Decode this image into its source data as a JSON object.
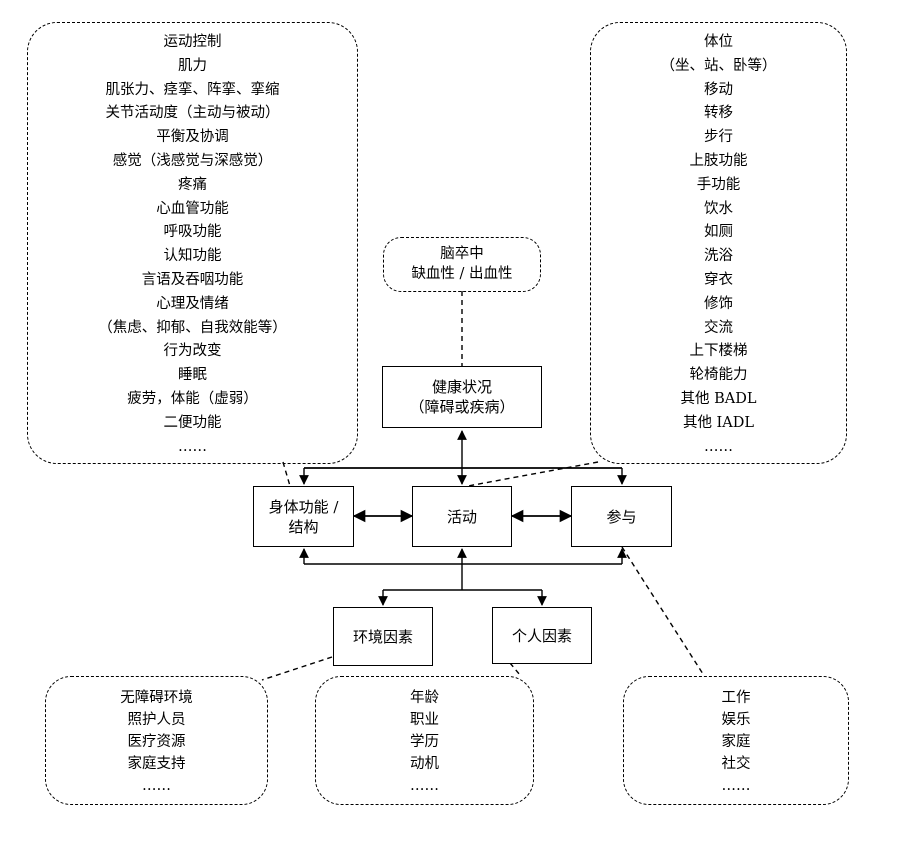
{
  "stroke_color": "#000000",
  "background_color": "#ffffff",
  "boxes": {
    "health": {
      "line1": "健康状况",
      "line2": "（障碍或疾病）"
    },
    "body": {
      "line1": "身体功能 /",
      "line2": "结构"
    },
    "activity": {
      "label": "活动"
    },
    "participation": {
      "label": "参与"
    },
    "environment": {
      "label": "环境因素"
    },
    "personal": {
      "label": "个人因素"
    }
  },
  "stroke_box": {
    "line1": "脑卒中",
    "line2": "缺血性 / 出血性"
  },
  "body_function_list": [
    "运动控制",
    "肌力",
    "肌张力、痉挛、阵挛、挛缩",
    "关节活动度（主动与被动）",
    "平衡及协调",
    "感觉（浅感觉与深感觉）",
    "疼痛",
    "心血管功能",
    "呼吸功能",
    "认知功能",
    "言语及吞咽功能",
    "心理及情绪",
    "（焦虑、抑郁、自我效能等）",
    "行为改变",
    "睡眠",
    "疲劳，体能（虚弱）",
    "二便功能",
    "……"
  ],
  "activity_list": [
    "体位",
    "（坐、站、卧等）",
    "移动",
    "转移",
    "步行",
    "上肢功能",
    "手功能",
    "饮水",
    "如厕",
    "洗浴",
    "穿衣",
    "修饰",
    "交流",
    "上下楼梯",
    "轮椅能力",
    "其他 BADL",
    "其他 IADL",
    "……"
  ],
  "environment_list": [
    "无障碍环境",
    "照护人员",
    "医疗资源",
    "家庭支持",
    "……"
  ],
  "personal_list": [
    "年龄",
    "职业",
    "学历",
    "动机",
    "……"
  ],
  "participation_list": [
    "工作",
    "娱乐",
    "家庭",
    "社交",
    "……"
  ]
}
